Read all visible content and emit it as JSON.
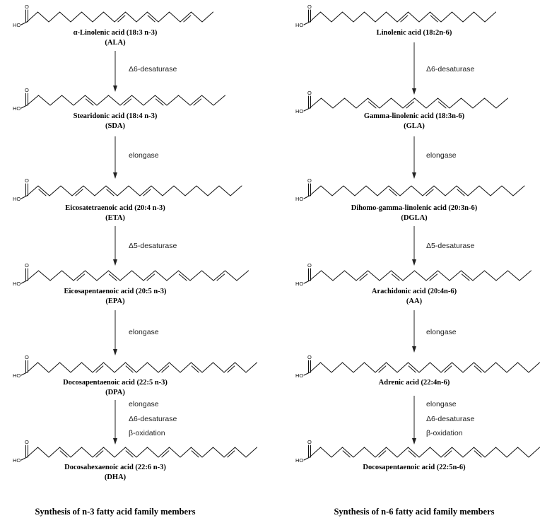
{
  "atom_labels": {
    "hydroxyl": "HO",
    "carbonyl": "O"
  },
  "pathways": [
    {
      "id": "n3",
      "footer": "Synthesis of n-3 fatty acid family members",
      "compounds": [
        {
          "name": "α-Linolenic acid (18:3 n-3)",
          "abbr": "(ALA)"
        },
        {
          "name": "Stearidonic acid (18:4 n-3)",
          "abbr": "(SDA)"
        },
        {
          "name": "Eicosatetraenoic acid (20:4 n-3)",
          "abbr": "(ETA)"
        },
        {
          "name": "Eicosapentaenoic acid (20:5 n-3)",
          "abbr": "(EPA)"
        },
        {
          "name": "Docosapentaenoic acid (22:5 n-3)",
          "abbr": "(DPA)"
        },
        {
          "name": "Docosahexaenoic acid (22:6 n-3)",
          "abbr": "(DHA)"
        }
      ],
      "steps": [
        {
          "enzymes": [
            "Δ6-desaturase"
          ]
        },
        {
          "enzymes": [
            "elongase"
          ]
        },
        {
          "enzymes": [
            "Δ5-desaturase"
          ]
        },
        {
          "enzymes": [
            "elongase"
          ]
        },
        {
          "enzymes": [
            "elongase",
            "Δ6-desaturase",
            "β-oxidation"
          ]
        }
      ]
    },
    {
      "id": "n6",
      "footer": "Synthesis of n-6 fatty acid family members",
      "compounds": [
        {
          "name": "Linolenic acid (18:2n-6)",
          "abbr": ""
        },
        {
          "name": "Gamma-linolenic acid (18:3n-6)",
          "abbr": "(GLA)"
        },
        {
          "name": "Dihomo-gamma-linolenic acid (20:3n-6)",
          "abbr": "(DGLA)"
        },
        {
          "name": "Arachidonic acid (20:4n-6)",
          "abbr": "(AA)"
        },
        {
          "name": "Adrenic acid (22:4n-6)",
          "abbr": ""
        },
        {
          "name": "Docosapentaenoic acid (22:5n-6)",
          "abbr": ""
        }
      ],
      "steps": [
        {
          "enzymes": [
            "Δ6-desaturase"
          ]
        },
        {
          "enzymes": [
            "elongase"
          ]
        },
        {
          "enzymes": [
            "Δ5-desaturase"
          ]
        },
        {
          "enzymes": [
            "elongase"
          ]
        },
        {
          "enzymes": [
            "elongase",
            "Δ6-desaturase",
            "β-oxidation"
          ]
        }
      ]
    }
  ]
}
